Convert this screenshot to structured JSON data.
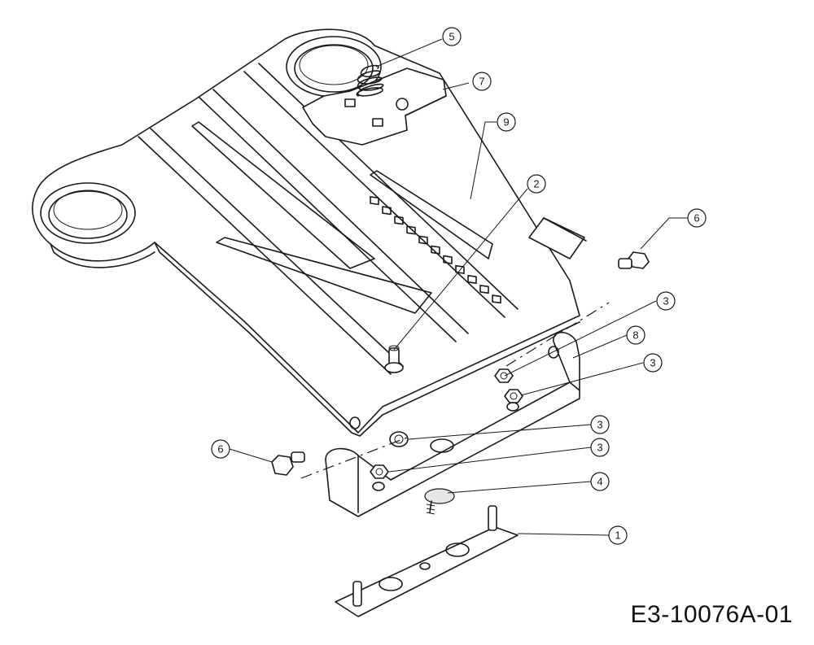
{
  "drawing_number": "E3-10076A-01",
  "callouts": [
    "5",
    "7",
    "9",
    "2",
    "6",
    "3",
    "8",
    "3",
    "3",
    "3",
    "6",
    "4",
    "1"
  ]
}
